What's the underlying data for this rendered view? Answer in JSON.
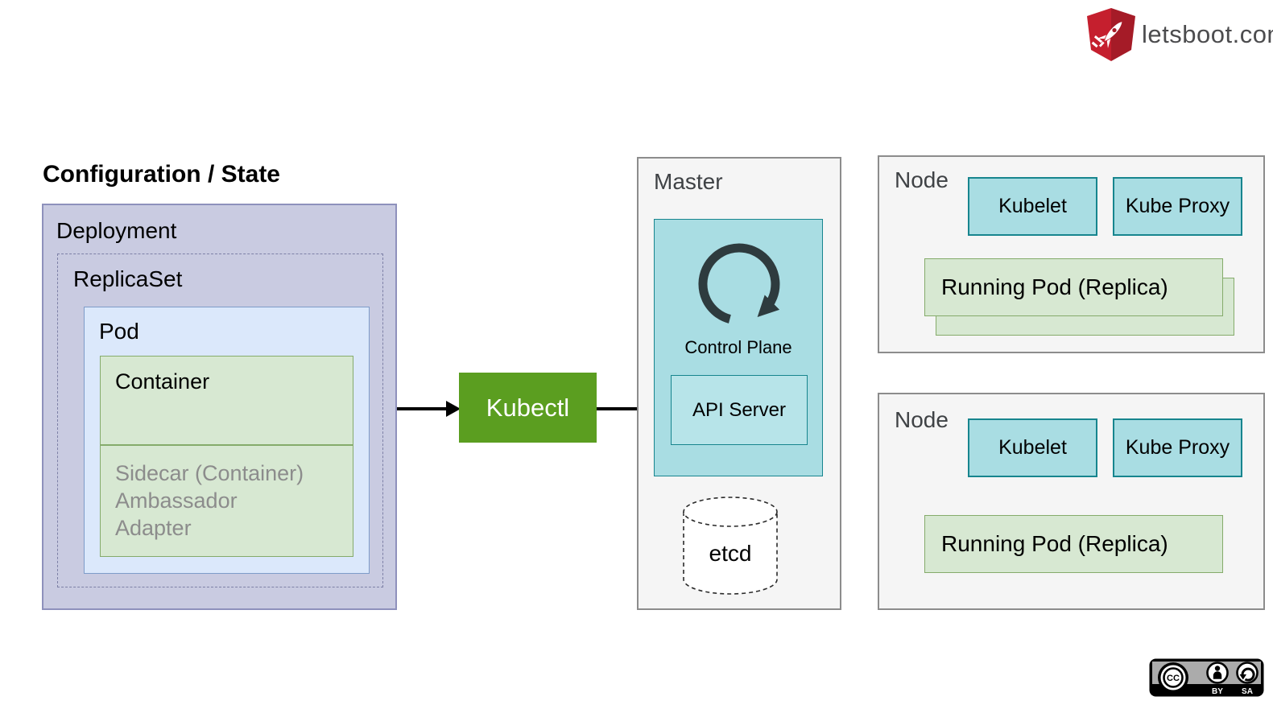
{
  "brand": {
    "text": "letsboot.com"
  },
  "title": "Configuration / State",
  "config_state": {
    "deployment": "Deployment",
    "replicaset": "ReplicaSet",
    "pod": "Pod",
    "container": "Container",
    "sidecar_lines": [
      "Sidecar (Container)",
      "Ambassador",
      "Adapter"
    ]
  },
  "kubectl": {
    "label": "Kubectl"
  },
  "master": {
    "label": "Master",
    "control_plane": "Control Plane",
    "api_server": "API Server",
    "etcd": "etcd"
  },
  "nodes": [
    {
      "label": "Node",
      "kubelet": "Kubelet",
      "kube_proxy": "Kube Proxy",
      "running_pod": "Running Pod (Replica)"
    },
    {
      "label": "Node",
      "kubelet": "Kubelet",
      "kube_proxy": "Kube Proxy",
      "running_pod": "Running Pod (Replica)"
    }
  ],
  "license": {
    "cc": "CC",
    "by": "BY",
    "sa": "SA"
  },
  "colors": {
    "deployment_fill": "#c9cbe1",
    "deployment_border": "#8e91bc",
    "pod_fill": "#dbe8fb",
    "pod_border": "#7e9cc9",
    "green_fill": "#d7e8d2",
    "green_border": "#85ab6b",
    "teal_fill": "#a9dde3",
    "teal_border": "#17858e",
    "panel_fill": "#f5f5f5",
    "panel_border": "#8c8c8c",
    "kubectl_green": "#5b9e20",
    "brand_red": "#c8202f",
    "arrow_black": "#000000",
    "muted_text": "#8c8c8c"
  }
}
